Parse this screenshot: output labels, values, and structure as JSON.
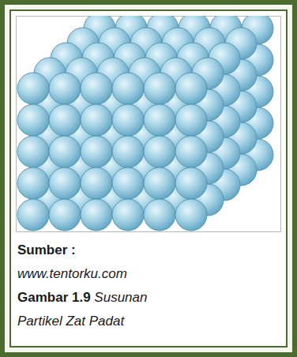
{
  "diagram": {
    "labels": [
      "Sumber :",
      "www.tentorku.com",
      "Gambar 1.9",
      "Susunan Partikel Zat Padat"
    ]
  }
}
